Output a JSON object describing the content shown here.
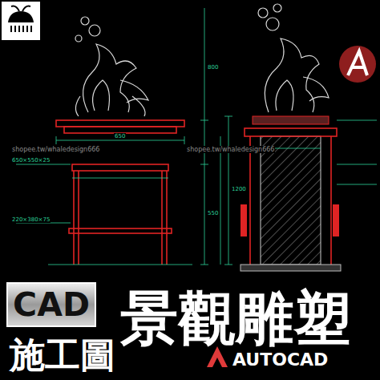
{
  "diagram": {
    "nodes": [
      {
        "text": [
          "CAD"
        ]
      }
    ],
    "labels": [
      "施工圖",
      "景觀雕塑",
      "AUTOCAD",
      "shopee.tw/whaledesign666",
      "shopee.tw/whaledesign666",
      "650",
      "550",
      "800",
      "650×550×25",
      "220×380×75",
      "1200"
    ]
  }
}
